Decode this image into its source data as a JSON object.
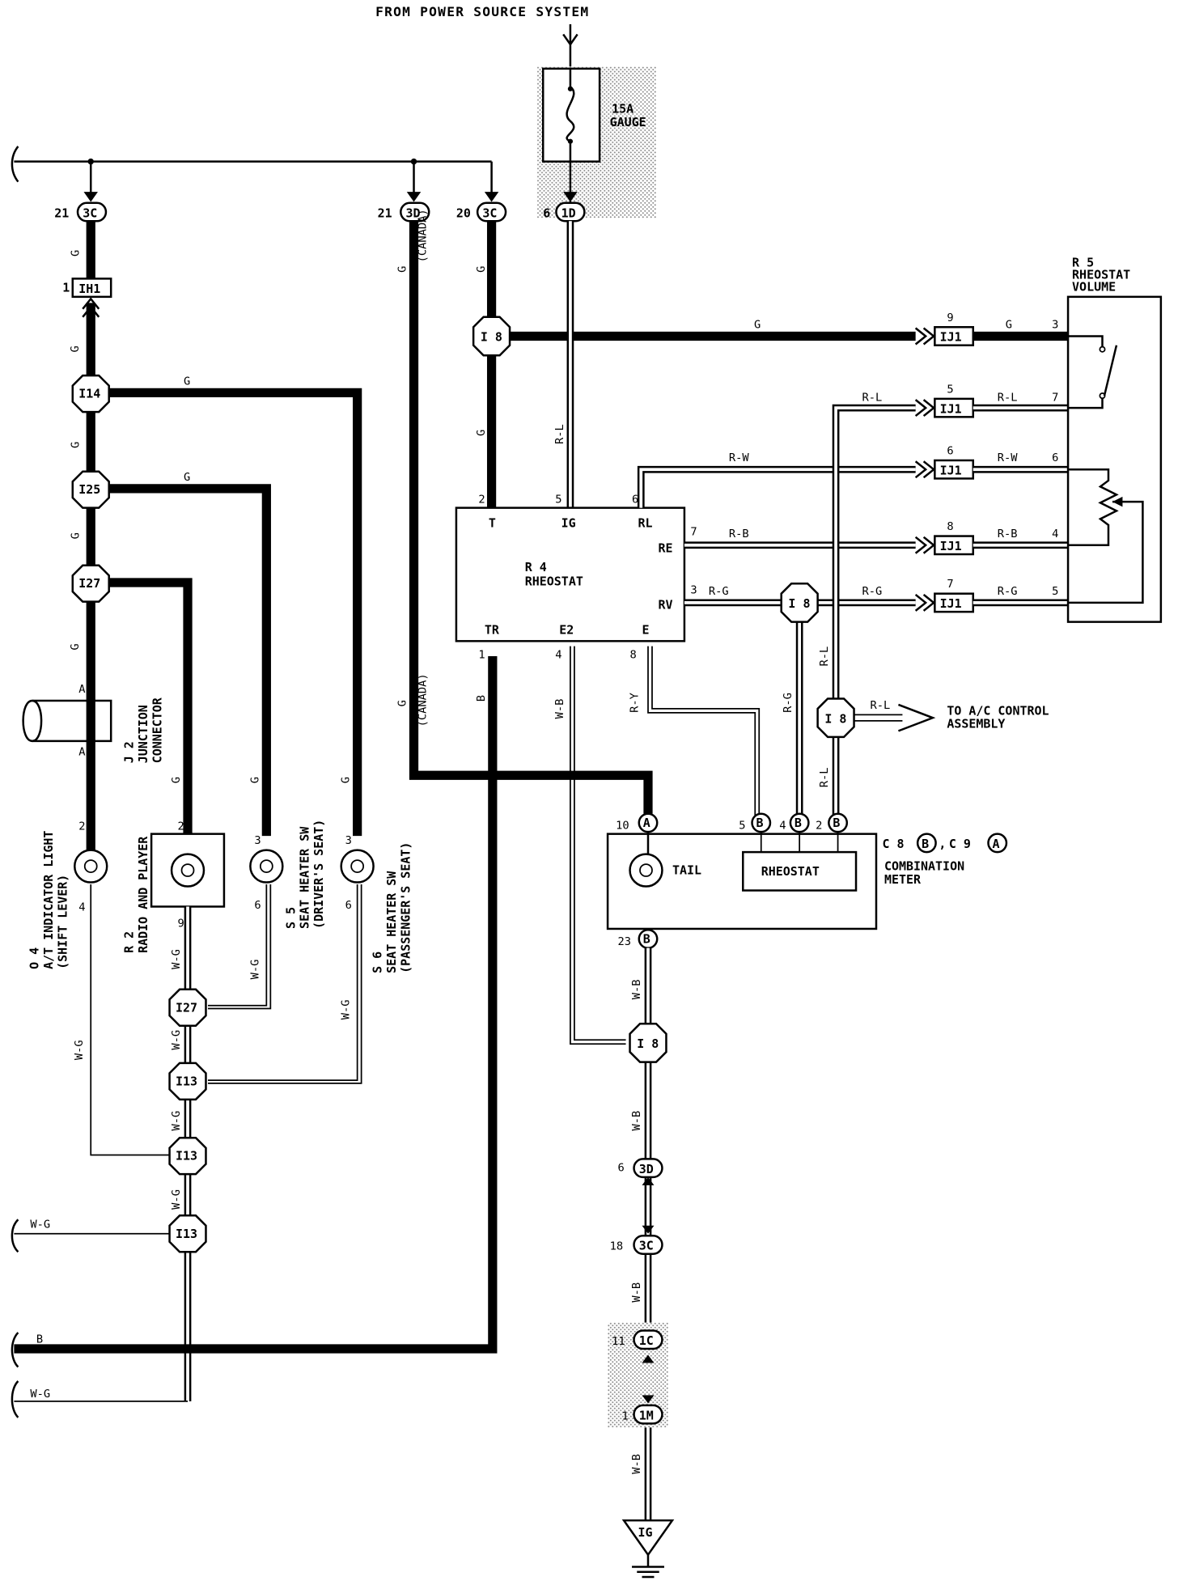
{
  "header": {
    "power_source": "FROM POWER SOURCE SYSTEM"
  },
  "fuse": {
    "rating": "15A",
    "name": "GAUGE"
  },
  "connectors": {
    "c3c_a": {
      "pin": "21",
      "code": "3C"
    },
    "c3d_a": {
      "pin": "21",
      "code": "3D"
    },
    "c3c_b": {
      "pin": "20",
      "code": "3C"
    },
    "c1d": {
      "pin": "6",
      "code": "1D"
    },
    "ih1": {
      "pin": "1",
      "code": "IH1"
    },
    "ij1_9": {
      "pin": "9",
      "code": "IJ1"
    },
    "ij1_5": {
      "pin": "5",
      "code": "IJ1"
    },
    "ij1_6": {
      "pin": "6",
      "code": "IJ1"
    },
    "ij1_8": {
      "pin": "8",
      "code": "IJ1"
    },
    "ij1_7": {
      "pin": "7",
      "code": "IJ1"
    },
    "c3d_b": {
      "pin": "6",
      "code": "3D"
    },
    "c3c_c": {
      "pin": "18",
      "code": "3C"
    },
    "c1c": {
      "pin": "11",
      "code": "1C"
    },
    "c1m": {
      "pin": "1",
      "code": "1M"
    }
  },
  "junctions": {
    "i8": "I 8",
    "i14": "I14",
    "i25": "I25",
    "i27": "I27",
    "i13": "I13"
  },
  "wires": {
    "g": "G",
    "rl": "R-L",
    "rw": "R-W",
    "rb": "R-B",
    "rg": "R-G",
    "ry": "R-Y",
    "wb": "W-B",
    "wg": "W-G",
    "b": "B",
    "canada": "(CANADA)"
  },
  "r4": {
    "code": "R 4",
    "name": "RHEOSTAT",
    "pins": {
      "t": "T",
      "ig": "IG",
      "rl": "RL",
      "re": "RE",
      "rv": "RV",
      "tr": "TR",
      "e2": "E2",
      "e": "E"
    },
    "pin_numbers": {
      "t": "2",
      "ig": "5",
      "rl": "6",
      "re": "7",
      "rv": "3",
      "tr": "1",
      "e2": "4",
      "e": "8"
    }
  },
  "r5": {
    "code": "R 5",
    "name1": "RHEOSTAT",
    "name2": "VOLUME",
    "pins": [
      "3",
      "7",
      "6",
      "4",
      "5"
    ]
  },
  "ac_control": {
    "line1": "TO A/C CONTROL",
    "line2": "ASSEMBLY"
  },
  "meter": {
    "code_c8": "C 8",
    "b": "B",
    "code_c9": "C 9",
    "a": "A",
    "separator": ",",
    "name1": "COMBINATION",
    "name2": "METER",
    "tail": "TAIL",
    "rheostat": "RHEOSTAT",
    "pin_10": "10",
    "pin_5": "5",
    "pin_4": "4",
    "pin_2": "2",
    "pin_23": "23"
  },
  "components": {
    "o4": {
      "code": "O 4",
      "name1": "A/T INDICATOR LIGHT",
      "name2": "(SHIFT LEVER)"
    },
    "r2": {
      "code": "R 2",
      "name": "RADIO AND PLAYER"
    },
    "s5": {
      "code": "S 5",
      "name1": "SEAT HEATER SW",
      "name2": "(DRIVER'S SEAT)"
    },
    "s6": {
      "code": "S 6",
      "name1": "SEAT HEATER SW",
      "name2": "(PASSENGER'S SEAT)"
    },
    "j2": {
      "code": "J 2",
      "name1": "JUNCTION",
      "name2": "CONNECTOR"
    }
  },
  "pins": {
    "a": "A",
    "p2": "2",
    "p3": "3",
    "p4": "4",
    "p6": "6",
    "p9": "9"
  },
  "ground": {
    "code": "IG"
  }
}
